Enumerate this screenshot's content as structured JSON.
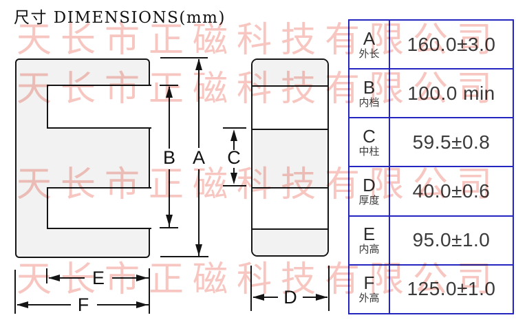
{
  "title": "尺寸 DIMENSIONS(mm)",
  "watermark": {
    "text": "天长市正磁科技有限公司",
    "color": "#f7c6c0"
  },
  "diagram": {
    "labels": {
      "A": "A",
      "B": "B",
      "C": "C",
      "D": "D",
      "E": "E",
      "F": "F"
    }
  },
  "table": {
    "border_color": "#2424c0",
    "rows": [
      {
        "letter": "A",
        "cn_label": "外长",
        "value": "160.0±3.0"
      },
      {
        "letter": "B",
        "cn_label": "内档",
        "value": "100.0 min"
      },
      {
        "letter": "C",
        "cn_label": "中柱",
        "value": "59.5±0.8"
      },
      {
        "letter": "D",
        "cn_label": "厚度",
        "value": "40.0±0.6"
      },
      {
        "letter": "E",
        "cn_label": "内高",
        "value": "95.0±1.0"
      },
      {
        "letter": "F",
        "cn_label": "外高",
        "value": "125.0±1.0"
      }
    ]
  }
}
